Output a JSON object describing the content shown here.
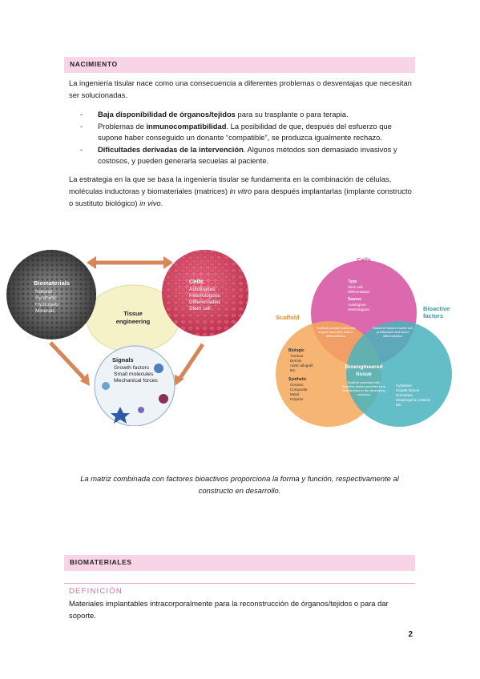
{
  "sections": {
    "nacimiento": {
      "title": "NACIMIENTO"
    },
    "biomateriales": {
      "title": "BIOMATERIALES"
    }
  },
  "intro": "La ingeniería tisular nace como una consecuencia a diferentes problemas o desventajas que necesitan ser solucionadas.",
  "bullets": [
    {
      "bold": "Baja disponibilidad de órganos/tejidos",
      "pre": "",
      "rest": " para su trasplante o para terapia."
    },
    {
      "pre": "Problemas de ",
      "bold": "inmunocompatibilidad",
      "rest": ". La posibilidad de que, después del esfuerzo que supone haber conseguido un donante “compatible”, se produzca igualmente rechazo."
    },
    {
      "pre": "",
      "bold": "Dificultades derivadas de la intervención",
      "rest": ". Algunos métodos son demasiado invasivos y costosos, y pueden generarla secuelas al paciente."
    }
  ],
  "strategy": {
    "text": "La estrategia en la que se basa la ingeniería tisular se fundamenta en la combinación de células, moléculas inductoras y biomateriales (matrices) ",
    "italic1": "in vitro",
    "mid": " para después implantarlas (implante constructo o sustituto biológico) ",
    "italic2": "in vivo",
    "end": "."
  },
  "figure_left": {
    "biomaterials": {
      "title": "Biomaterials",
      "items": [
        "Natural",
        "Synthetic",
        "Hydrogels",
        "Minerals"
      ]
    },
    "cells": {
      "title": "Cells",
      "items": [
        "Autologous",
        "Heterologous",
        "Differentiated",
        "Stem cell"
      ]
    },
    "center": "Tissue engineering",
    "signals": {
      "title": "Signals",
      "items": [
        "Growth factors",
        "Small molecules",
        "Mechanical forces"
      ]
    }
  },
  "figure_right": {
    "cells": {
      "title": "Cells",
      "type_label": "Type",
      "type_items": [
        "Stem cell",
        "Differentiated"
      ],
      "source_label": "Source",
      "source_items": [
        "Autologous",
        "Heterologous"
      ]
    },
    "scaffold": {
      "title": "Scaffold",
      "bio_label": "Biologic",
      "bio_items": [
        "Trachea",
        "Dermis",
        "Aortic allograft",
        "Etc."
      ],
      "syn_label": "Synthetic",
      "syn_items": [
        "Ceramic",
        "Composite",
        "Metal",
        "Polymer"
      ]
    },
    "factors": {
      "title": "Bioactive factors",
      "items": [
        "Cytokines",
        "Growth factors",
        "Hormones",
        "Morphogenic proteins",
        "Etc."
      ]
    },
    "center": "Bioengineered tissue",
    "overlap_cs": "Scaffold provides structural support and cells induce differentiation",
    "overlap_cf": "Bioactive factors enable cell proliferation and direct differentiation",
    "overlap_sf": "Scaffold combined with bioactive factors provides form and function to the developing construct"
  },
  "caption": "La matriz combinada con factores bioactivos proporciona la forma y función, respectivamente al constructo en desarrollo.",
  "definicion": {
    "label": "DEFINICIÓN",
    "text": "Materiales implantables intracorporalmente para la reconstrucción de órganos/tejidos o para dar soporte."
  },
  "page_number": "2",
  "colors": {
    "band": "#f9d3e6",
    "cells": "#d64fa0",
    "scaffold": "#f4a85a",
    "factors": "#49b3bd",
    "accent": "#d46b9e"
  }
}
